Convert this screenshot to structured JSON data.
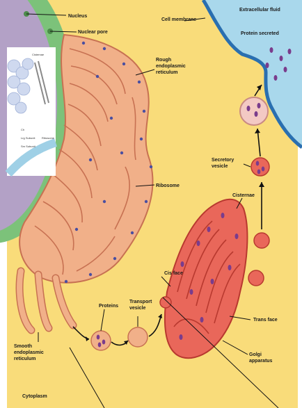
{
  "labels": {
    "nucleus": "Nucleus",
    "nuclear_pore": "Nuclear pore",
    "cell_membrane": "Cell membrane",
    "extracellular_fluid": "Extracellular fluid",
    "protein_secreted": "Protein secreted",
    "rough_er_1": "Rough",
    "rough_er_2": "endoplasmic",
    "rough_er_3": "reticulum",
    "ribosome": "Ribosome",
    "secretory_vesicle_1": "Secretory",
    "secretory_vesicle_2": "vesicle",
    "cisternae": "Cisternae",
    "cis_face": "Cis face",
    "trans_face": "Trans face",
    "proteins": "Proteins",
    "transport_vesicle_1": "Transport",
    "transport_vesicle_2": "vesicle",
    "golgi_1": "Golgi",
    "golgi_2": "apparatus",
    "smooth_er_1": "Smooth",
    "smooth_er_2": "endoplasmic",
    "smooth_er_3": "reticulum",
    "cytoplasm": "Cytoplasm"
  },
  "inset": {
    "label_top": "Cisternae",
    "label_a": "Ch",
    "label_b": "Lrg Subunit",
    "label_c": "Sm Subunit",
    "label_d": "Ribosome"
  },
  "colors": {
    "cytoplasm": "#f9dc7a",
    "extracellular": "#a9d8ec",
    "membrane": "#2a6fb0",
    "nucleus": "#b3a1c6",
    "nuclear_envelope": "#7cc27a",
    "er": "#f1b089",
    "er_dark": "#c77152",
    "golgi": "#e9675a",
    "golgi_dark": "#b8392f",
    "protein": "#7a3c8c",
    "ribosome": "#4a4fa0"
  }
}
